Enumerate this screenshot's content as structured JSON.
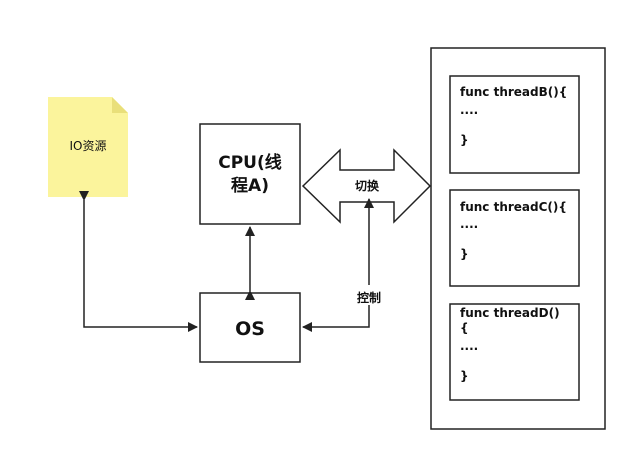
{
  "io_resource": {
    "label": "IO资源",
    "color": "#fbf49c",
    "fold_color": "#e9df7a"
  },
  "cpu": {
    "line1": "CPU(线",
    "line2": "程A)"
  },
  "os": {
    "label": "OS"
  },
  "switch_arrow": {
    "label": "切换"
  },
  "control_arrow": {
    "label": "控制"
  },
  "threads": [
    {
      "header": "func threadB(){",
      "body": "....",
      "close": "}"
    },
    {
      "header": "func threadC(){",
      "body": "....",
      "close": "}"
    },
    {
      "header": "func threadD()",
      "header2": "{",
      "body": "....",
      "close": "}"
    }
  ]
}
